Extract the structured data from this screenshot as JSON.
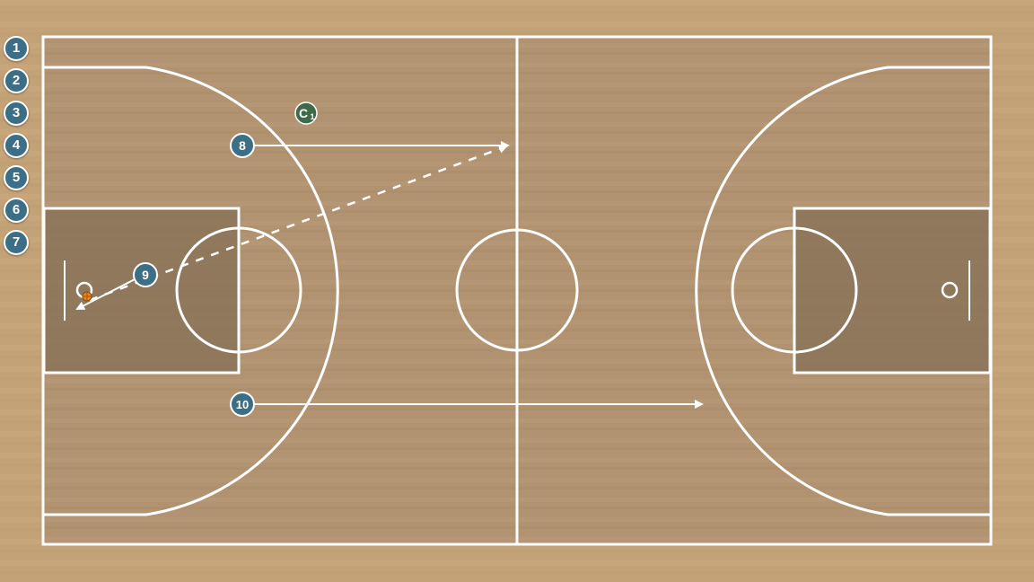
{
  "colors": {
    "floor": "#c9a87c",
    "court": "#b29371",
    "paint": "#8a7358",
    "lines": "#ffffff",
    "player_token": "#3c6e85",
    "coach_token": "#3e6a4a",
    "ball": "#e8871e"
  },
  "bench": {
    "tokens": [
      "1",
      "2",
      "3",
      "4",
      "5",
      "6",
      "7"
    ]
  },
  "court_players": [
    {
      "id": "p8",
      "label": "8"
    },
    {
      "id": "p9",
      "label": "9"
    },
    {
      "id": "p10",
      "label": "10"
    }
  ],
  "coach": {
    "label": "C",
    "subscript": "1"
  },
  "ball": {
    "icon": "basketball-icon"
  },
  "actions": [
    {
      "type": "cut",
      "player": "8",
      "style": "solid-arrow"
    },
    {
      "type": "pass",
      "from": "8",
      "to": "9",
      "style": "dashed-arrow"
    },
    {
      "type": "dribble-to-basket",
      "player": "9",
      "style": "solid-arrow"
    },
    {
      "type": "cut",
      "player": "10",
      "style": "solid-arrow"
    }
  ]
}
